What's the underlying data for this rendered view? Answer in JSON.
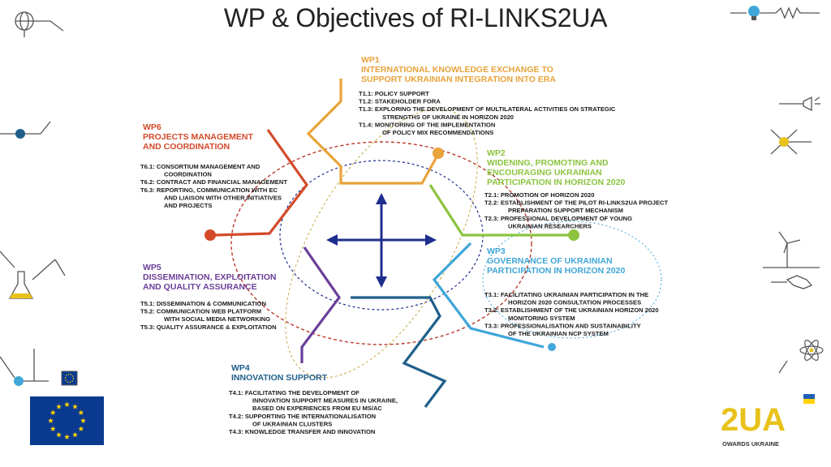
{
  "title": "WP & Objectives of RI-LINKS2UA",
  "colors": {
    "wp1": "#e8a33a",
    "wp2": "#8cc440",
    "wp3": "#3fa6d8",
    "wp4": "#1f5f8a",
    "wp5": "#6a3f98",
    "wp6": "#d34a2a",
    "arrows": "#1f2d8f",
    "eu_flag": "#0a3a8f",
    "eu_stars": "#ffd200"
  },
  "work_packages": {
    "wp1": {
      "id": "WP1",
      "title_lines": [
        "INTERNATIONAL KNOWLEDGE EXCHANGE TO",
        "SUPPORT UKRAINIAN INTEGRATION INTO ERA"
      ],
      "tasks": [
        "T1.1: POLICY SUPPORT",
        "T1.2: STAKEHOLDER FORA",
        "T1.3: EXPLORING THE DEVELOPMENT OF MULTILATERAL ACTIVITIES ON STRATEGIC",
        "STRENGTHS OF UKRAINE IN HORIZON 2020",
        "T1.4: MONITORING OF THE IMPLEMENTATION",
        "OF POLICY MIX RECOMMENDATIONS"
      ]
    },
    "wp2": {
      "id": "WP2",
      "title_lines": [
        "WIDENING, PROMOTING AND",
        "ENCOURAGING UKRAINIAN",
        "PARTICIPATION IN HORIZON 2020"
      ],
      "tasks": [
        "T2.1: PROMOTION OF HORIZON 2020",
        "T2.2: ESTABLISHMENT OF THE PILOT RI-LINKS2UA PROJECT",
        "PREPARATION SUPPORT MECHANISM",
        "T2.3: PROFESSIONAL DEVELOPMENT OF YOUNG",
        "UKRAINIAN RESEARCHERS"
      ]
    },
    "wp3": {
      "id": "WP3",
      "title_lines": [
        "GOVERNANCE OF UKRAINIAN",
        "PARTICIPATION IN HORIZON 2020"
      ],
      "tasks": [
        "T3.1: FACILITATING UKRAINIAN PARTICIPATION IN THE",
        "HORIZON 2020 CONSULTATION PROCESSES",
        "T3.2: ESTABLISHMENT OF THE UKRAINIAN HORIZON 2020",
        "MONITORING SYSTEM",
        "T3.3: PROFESSIONALISATION AND SUSTAINABILITY",
        "OF THE UKRAINIAN NCP SYSTEM"
      ]
    },
    "wp4": {
      "id": "WP4",
      "title_lines": [
        "INNOVATION SUPPORT"
      ],
      "tasks": [
        "T4.1: FACILITATING THE DEVELOPMENT OF",
        "INNOVATION SUPPORT MEASURES IN UKRAINE,",
        "BASED ON EXPERIENCES FROM EU MS/AC",
        "T4.2: SUPPORTING THE INTERNATIONALISATION",
        "OF UKRAINIAN CLUSTERS",
        "T4.3: KNOWLEDGE TRANSFER AND INNOVATION"
      ]
    },
    "wp5": {
      "id": "WP5",
      "title_lines": [
        "DISSEMINATION, EXPLOITATION",
        "AND QUALITY ASSURANCE"
      ],
      "tasks": [
        "T5.1: DISSEMINATION & COMMUNICATION",
        "T5.2: COMMUNICATION WEB PLATFORM",
        "WITH SOCIAL MEDIA NETWORKING",
        "T5.3: QUALITY ASSURANCE & EXPLOITATION"
      ]
    },
    "wp6": {
      "id": "WP6",
      "title_lines": [
        "PROJECTS MANAGEMENT",
        "AND COORDINATION"
      ],
      "tasks": [
        "T6.1: CONSORTIUM MANAGEMENT AND",
        "COORDINATION",
        "T6.2: CONTRACT AND FINANCIAL MANAGEMENT",
        "T6.3: REPORTING, COMMUNICATION WITH EC",
        "AND LIAISON WITH OTHER INITIATIVES",
        "AND PROJECTS"
      ]
    }
  },
  "logo": {
    "text": "2UA",
    "tagline": "OWARDS UKRAINE"
  },
  "icons": [
    "globe-icon",
    "lightbulb-icon",
    "resistor-icon",
    "flask-icon",
    "network-icon",
    "megaphone-icon",
    "wind-turbine-icon",
    "handshake-icon",
    "atom-icon",
    "circuit-node-icon",
    "eu-flag-icon",
    "molecule-icon"
  ]
}
